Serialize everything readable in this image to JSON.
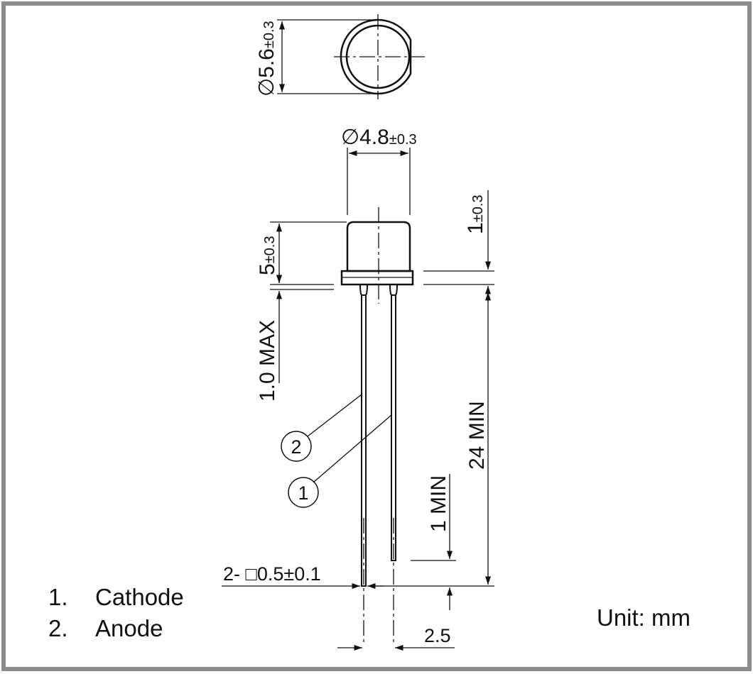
{
  "drawing": {
    "top_view_diameter": {
      "symbol": "∅",
      "value": "5.6",
      "tol": "±0.3"
    },
    "body_diameter": {
      "symbol": "∅",
      "value": "4.8",
      "tol": "±0.3"
    },
    "flange_height": {
      "value": "1",
      "tol": "±0.3"
    },
    "cap_height": {
      "value": "5",
      "tol": "±0.3"
    },
    "standoff": "1.0 MAX",
    "lead_length": "24 MIN",
    "lead_offset": "1 MIN",
    "lead_size": {
      "prefix": "2- ",
      "square": "□",
      "value": "0.5",
      "tol": "±0.1"
    },
    "pitch": "2.5",
    "callout_1": "1",
    "callout_2": "2"
  },
  "legend": {
    "items": [
      {
        "num": "1.",
        "label": "Cathode"
      },
      {
        "num": "2.",
        "label": "Anode"
      }
    ]
  },
  "unit": "Unit: mm",
  "colors": {
    "frame": "#8c8c8c",
    "line": "#111111",
    "background": "#ffffff"
  }
}
